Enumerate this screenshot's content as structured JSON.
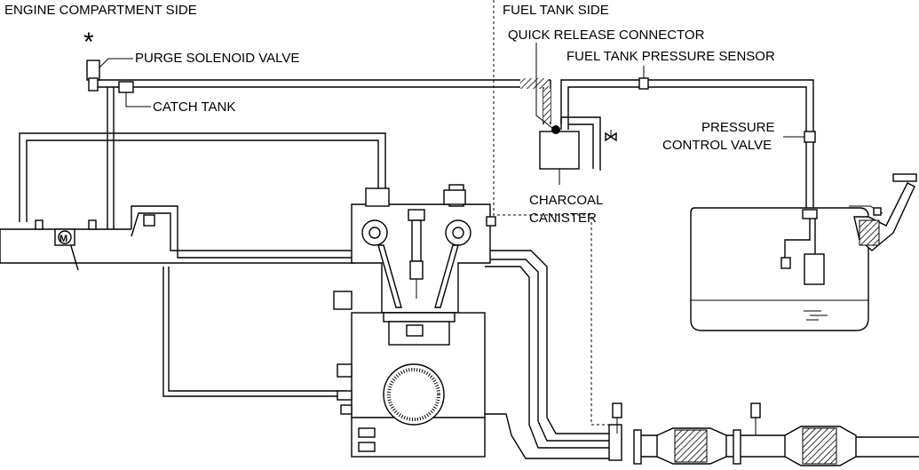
{
  "sections": {
    "engine_side": "ENGINE COMPARTMENT SIDE",
    "fuel_tank_side": "FUEL TANK SIDE"
  },
  "labels": {
    "asterisk": "*",
    "purge_solenoid_valve": "PURGE SOLENOID VALVE",
    "catch_tank": "CATCH TANK",
    "quick_release_connector": "QUICK RELEASE CONNECTOR",
    "fuel_tank_pressure_sensor": "FUEL TANK PRESSURE SENSOR",
    "pressure_control_valve_line1": "PRESSURE",
    "pressure_control_valve_line2": "CONTROL VALVE",
    "charcoal_canister_line1": "CHARCOAL",
    "charcoal_canister_line2": "CANISTER",
    "motor_symbol": "M"
  },
  "icons": [
    "asterisk-icon",
    "motor-icon",
    "valve-icon",
    "spark-plug-icon"
  ]
}
